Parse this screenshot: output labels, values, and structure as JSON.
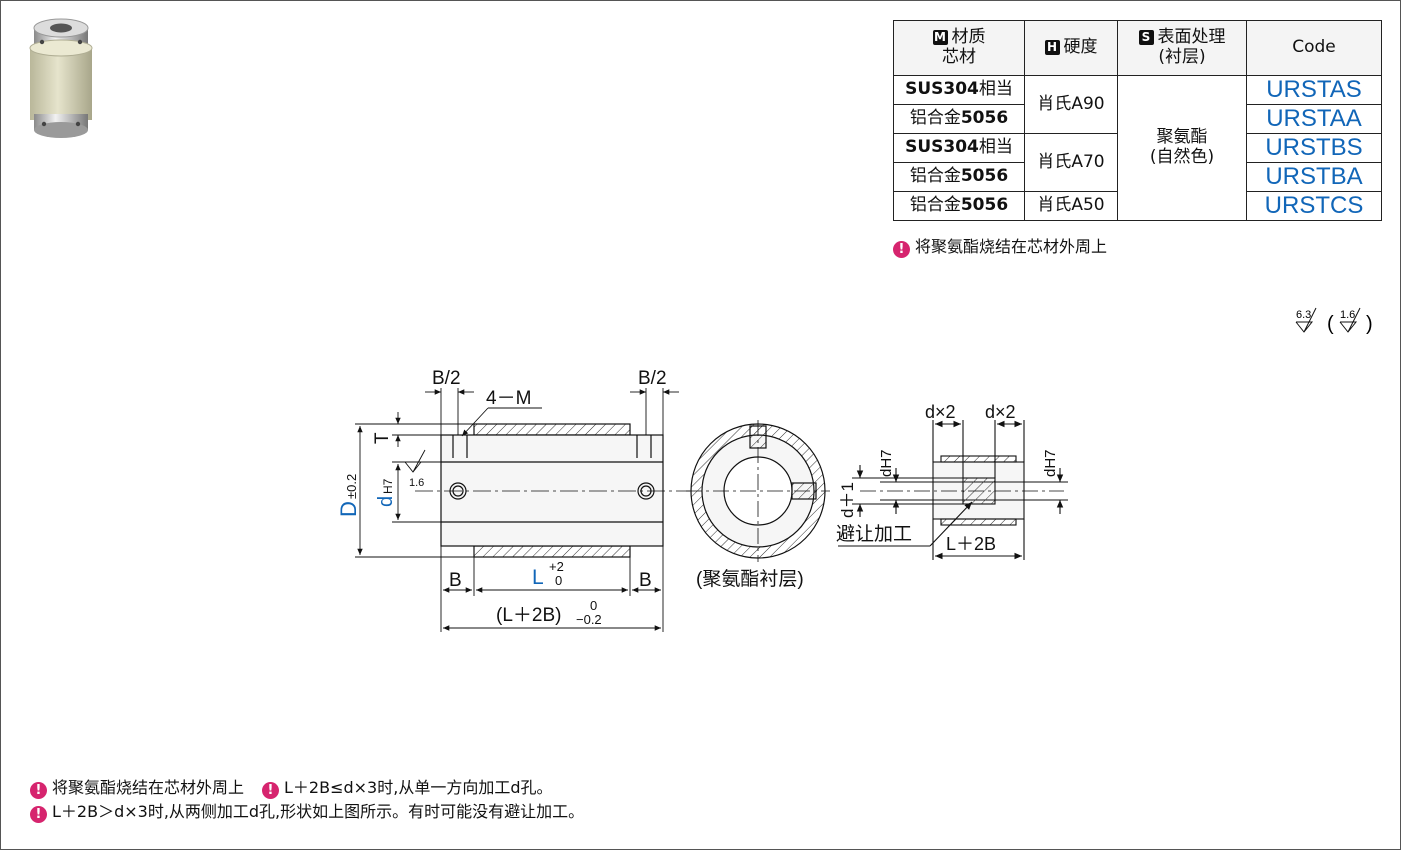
{
  "table": {
    "headers": {
      "material_badge": "M",
      "material": "材质",
      "material_sub": "芯材",
      "hardness_badge": "H",
      "hardness": "硬度",
      "surface_badge": "S",
      "surface": "表面处理",
      "surface_sub": "(衬层)",
      "code": "Code"
    },
    "rows": [
      {
        "material_bold": "SUS304",
        "material_rest": "相当",
        "code": "URSTAS"
      },
      {
        "material_prefix": "铝合金",
        "material_bold": "5056",
        "code": "URSTAA"
      },
      {
        "material_bold": "SUS304",
        "material_rest": "相当",
        "code": "URSTBS"
      },
      {
        "material_prefix": "铝合金",
        "material_bold": "5056",
        "code": "URSTBA"
      },
      {
        "material_prefix": "铝合金",
        "material_bold": "5056",
        "code": "URSTCS"
      }
    ],
    "hardness": [
      "肖氏A90",
      "肖氏A70",
      "肖氏A50"
    ],
    "surface_line1": "聚氨酯",
    "surface_line2": "(自然色)"
  },
  "note_top": "将聚氨酯烧结在芯材外周上",
  "roughness": {
    "main": "6.3",
    "sub": "1.6"
  },
  "drawing": {
    "b_half_left": "B/2",
    "b_half_right": "B/2",
    "screw": "4－M",
    "t": "T",
    "d_outer": "D",
    "d_outer_tol": "±0.2",
    "d_inner": "d",
    "d_inner_tol": "H7",
    "rough_inner": "1.6",
    "b_left": "B",
    "b_right": "B",
    "l": "L",
    "l_tol_upper": "+2",
    "l_tol_lower": "0",
    "overall": "(L＋2B)",
    "overall_tol_upper": "0",
    "overall_tol_lower": "−0.2",
    "section_caption": "(聚氨酯衬层)",
    "dx2_left": "d×2",
    "dx2_right": "d×2",
    "small_dh7_left": "dH7",
    "small_dh7_right": "dH7",
    "d_plus_1": "d＋1",
    "relief": "避让加工",
    "small_l2b": "L＋2B"
  },
  "notes": {
    "line1_a": "将聚氨酯烧结在芯材外周上",
    "line1_b": "L＋2B≤d×3时,从单一方向加工d孔。",
    "line2": "L＋2B＞d×3时,从两侧加工d孔,形状如上图所示。有时可能没有避让加工。"
  },
  "colors": {
    "accent_blue": "#1166b8",
    "alert": "#d6246e"
  }
}
